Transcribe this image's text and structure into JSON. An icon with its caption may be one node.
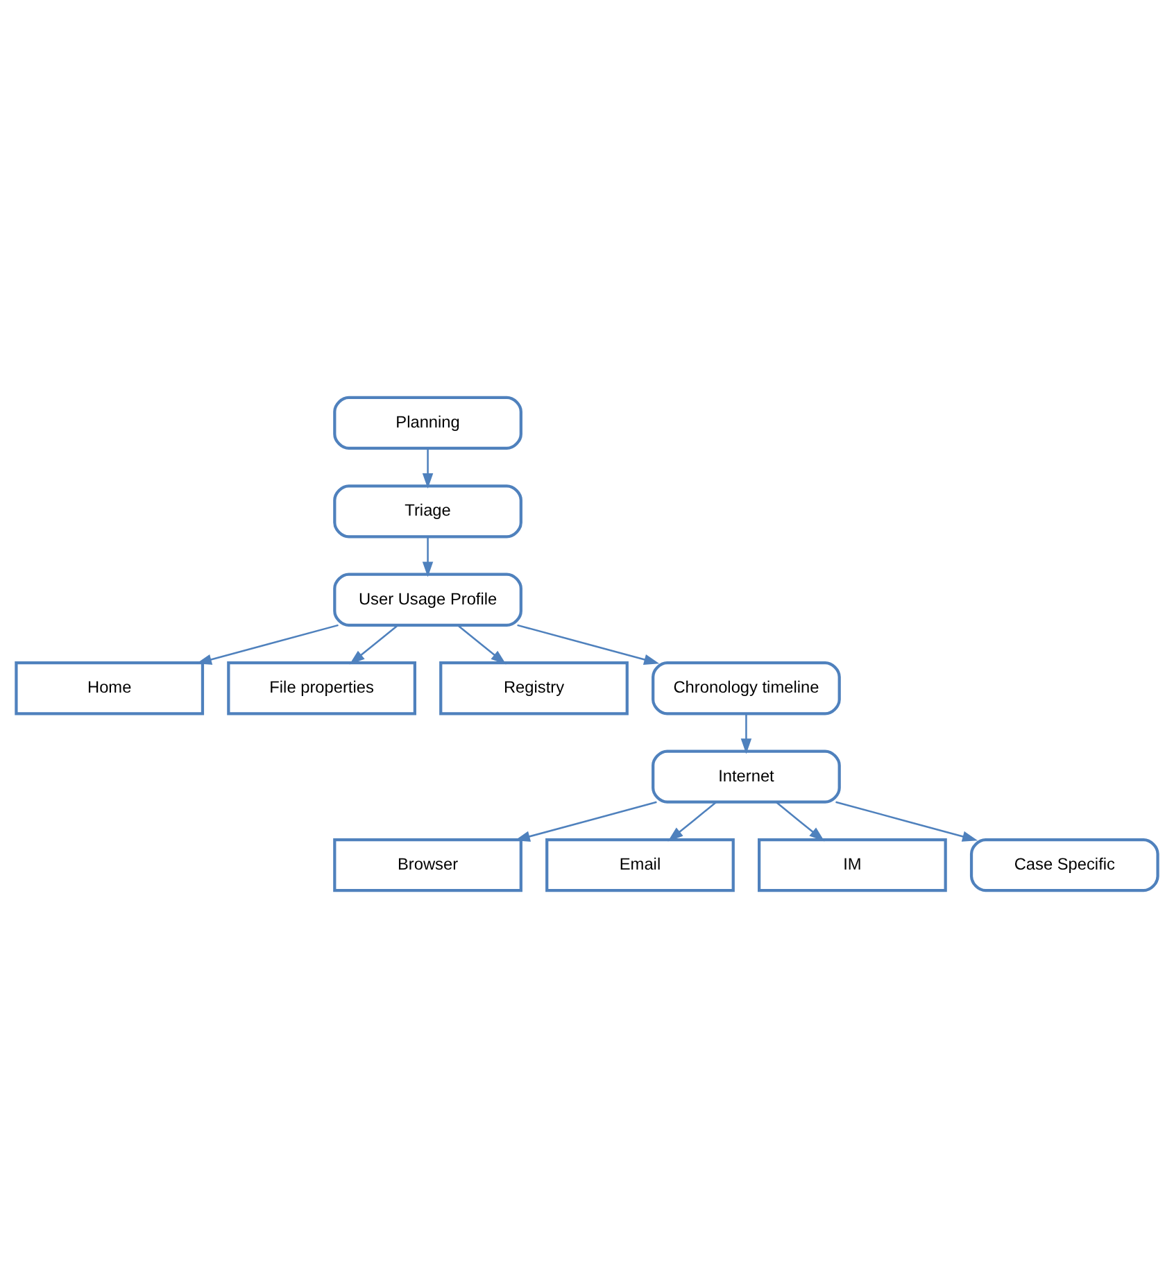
{
  "diagram": {
    "nodes": [
      {
        "text": [
          "Planning"
        ]
      },
      {
        "text": [
          "Triage"
        ]
      },
      {
        "text": [
          "User Usage Profile"
        ]
      },
      {
        "text": [
          "Home"
        ]
      },
      {
        "text": [
          "File properties"
        ]
      },
      {
        "text": [
          "Registry"
        ]
      },
      {
        "text": [
          "Chronology timeline"
        ]
      },
      {
        "text": [
          "Browser"
        ]
      },
      {
        "text": [
          "Internet"
        ]
      },
      {
        "text": [
          "Email"
        ]
      },
      {
        "text": [
          "IM"
        ]
      },
      {
        "text": [
          "Case Specific"
        ]
      }
    ],
    "edges": [
      {
        "from": 0,
        "to": 1,
        "arrow": "to"
      },
      {
        "from": 1,
        "to": 2,
        "arrow": "to"
      },
      {
        "from": 2,
        "to": 3,
        "arrow": "to"
      },
      {
        "from": 2,
        "to": 4,
        "arrow": "to"
      },
      {
        "from": 2,
        "to": 5,
        "arrow": "to"
      },
      {
        "from": 2,
        "to": 6,
        "arrow": "to"
      },
      {
        "from": 6,
        "to": 8,
        "arrow": "to"
      },
      {
        "from": 8,
        "to": 7,
        "arrow": "to"
      },
      {
        "from": 8,
        "to": 9,
        "arrow": "to"
      },
      {
        "from": 8,
        "to": 10,
        "arrow": "to"
      },
      {
        "from": 8,
        "to": 11,
        "arrow": "to"
      }
    ]
  }
}
